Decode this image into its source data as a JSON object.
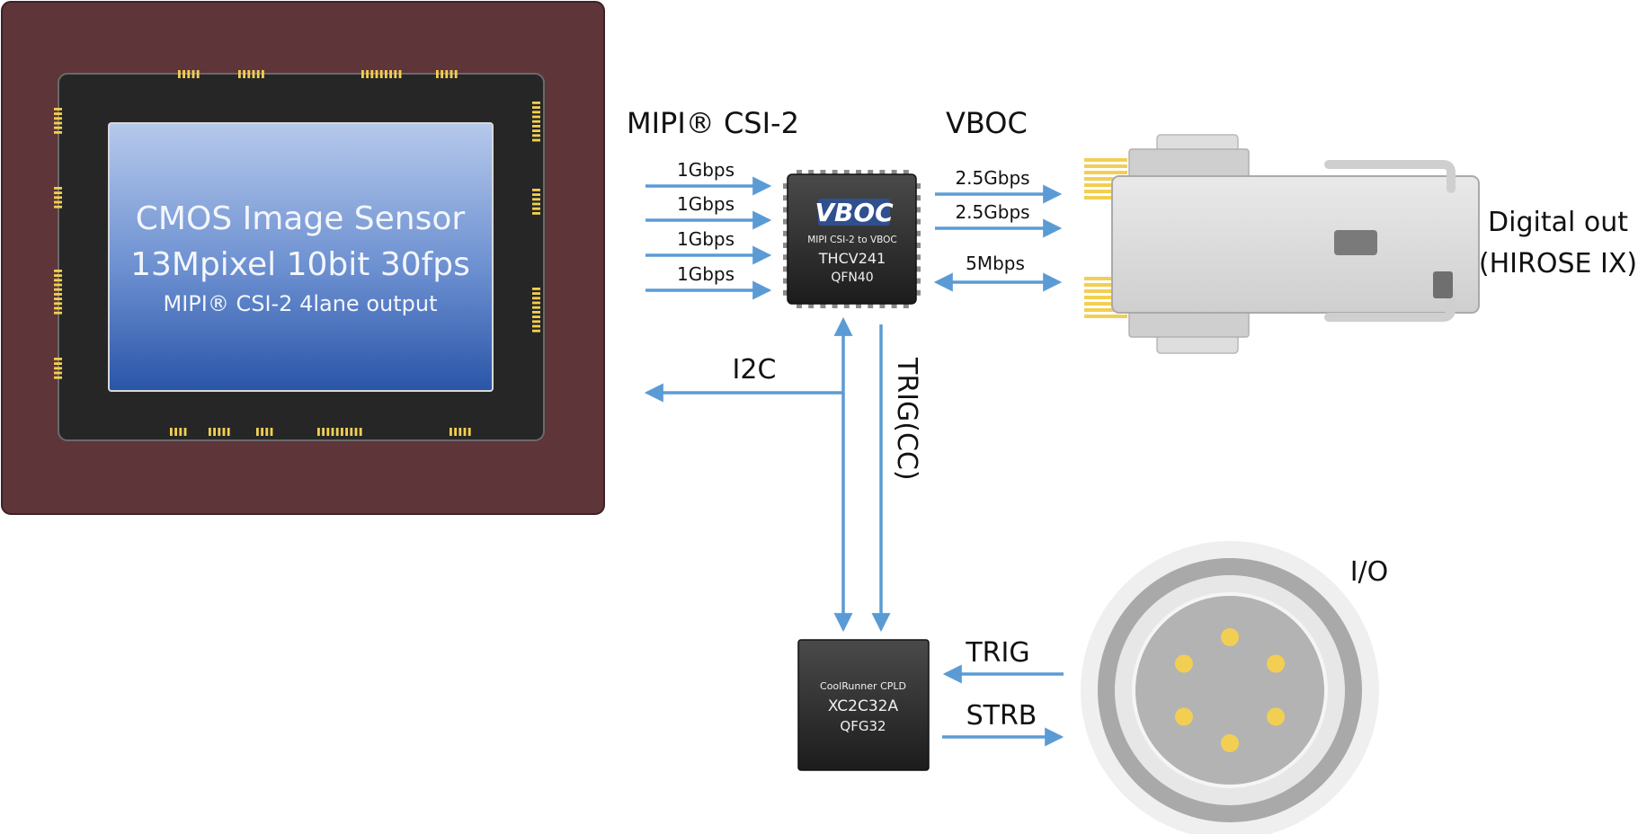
{
  "colors": {
    "arrow": "#5b9bd5",
    "pcb": "#5e3539",
    "sensor_frame": "#262626",
    "pad_gold": "#f2cf52",
    "chip_body": "#2b2b2b",
    "sensor_glass_top": "#b6c9ec",
    "sensor_glass_bottom": "#2a55a8"
  },
  "sensor": {
    "line1": "CMOS Image Sensor",
    "line2": "13Mpixel 10bit 30fps",
    "line3": "MIPI® CSI-2 4lane output"
  },
  "labels": {
    "mipi_header": "MIPI® CSI-2",
    "vboc_header": "VBOC",
    "lane_rate": "1Gbps",
    "vboc_rate_1": "2.5Gbps",
    "vboc_rate_2": "2.5Gbps",
    "cc_rate": "5Mbps",
    "i2c": "I2C",
    "trig_cc": "TRIG(CC)",
    "trig": "TRIG",
    "strb": "STRB",
    "io": "I/O",
    "digital_out_1": "Digital out",
    "digital_out_2": "(HIROSE IX)"
  },
  "vboc_chip": {
    "logo": "VBOC",
    "subtitle": "MIPI CSI-2 to VBOC",
    "part": "THCV241",
    "package": "QFN40"
  },
  "cpld_chip": {
    "line1": "CoolRunner CPLD",
    "part": "XC2C32A",
    "package": "QFG32"
  },
  "io_connector": {
    "pin_count": 6,
    "pin_color": "#f2cf52"
  }
}
